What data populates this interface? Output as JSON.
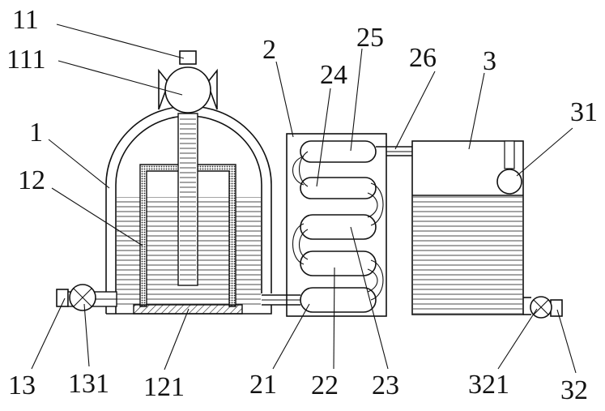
{
  "labels": {
    "n11": "11",
    "n111": "111",
    "n1": "1",
    "n12": "12",
    "n2": "2",
    "n25": "25",
    "n24": "24",
    "n26": "26",
    "n3": "3",
    "n31": "31",
    "n13": "13",
    "n131": "131",
    "n121": "121",
    "n21": "21",
    "n22": "22",
    "n23": "23",
    "n321": "321",
    "n32": "32"
  }
}
